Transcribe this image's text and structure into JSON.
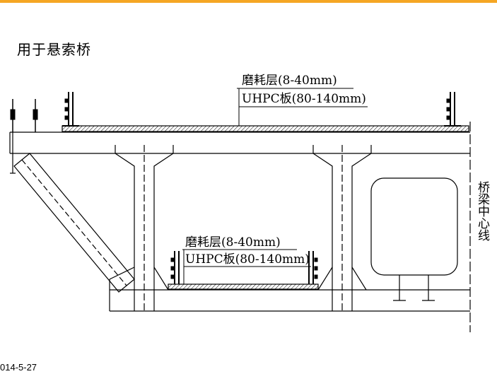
{
  "header": {
    "title": "用于悬索桥"
  },
  "footer": {
    "date": "014-5-27"
  },
  "diagram": {
    "upper_deck": {
      "layer1": "磨耗层(8-40mm)",
      "layer2": "UHPC板(80-140mm)"
    },
    "lower_deck": {
      "layer1": "磨耗层(8-40mm)",
      "layer2": "UHPC板(80-140mm)"
    },
    "centerline": "桥梁中心线"
  },
  "colors": {
    "accent": "#f5a623",
    "line": "#000000"
  }
}
